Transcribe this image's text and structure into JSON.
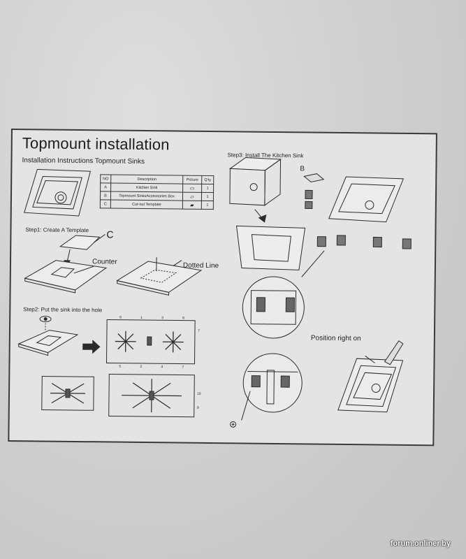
{
  "document": {
    "title": "Topmount installation",
    "subtitle": "Installation Instructions Topmount Sinks"
  },
  "parts_table": {
    "headers": [
      "NO",
      "Description",
      "Picture",
      "Q'ty"
    ],
    "rows": [
      {
        "no": "A",
        "description": "Kitchen Sink",
        "picture_icon": "sink-icon",
        "qty": "1"
      },
      {
        "no": "B",
        "description": "Topmount SinksAccessories Box",
        "picture_icon": "box-icon",
        "qty": "1"
      },
      {
        "no": "C",
        "description": "Cut-out Template",
        "picture_icon": "template-icon",
        "qty": "1"
      }
    ]
  },
  "steps": {
    "step1": "Step1:  Create A Template",
    "step2": "Step2:  Put the sink into the hole",
    "step3": "Step3:  Install The Kitchen Sink"
  },
  "callouts": {
    "c": "C",
    "b": "B",
    "counter": "Counter",
    "dotted_line": "Dotted Line",
    "position_right_on": "Position right on"
  },
  "step2_numbers": {
    "top_a": [
      "6",
      "1",
      "3",
      "8"
    ],
    "top_b": [
      "5",
      "2",
      "4",
      "7"
    ],
    "side": [
      "7",
      "10",
      "9"
    ]
  },
  "watermark": "forum.onliner.by"
}
